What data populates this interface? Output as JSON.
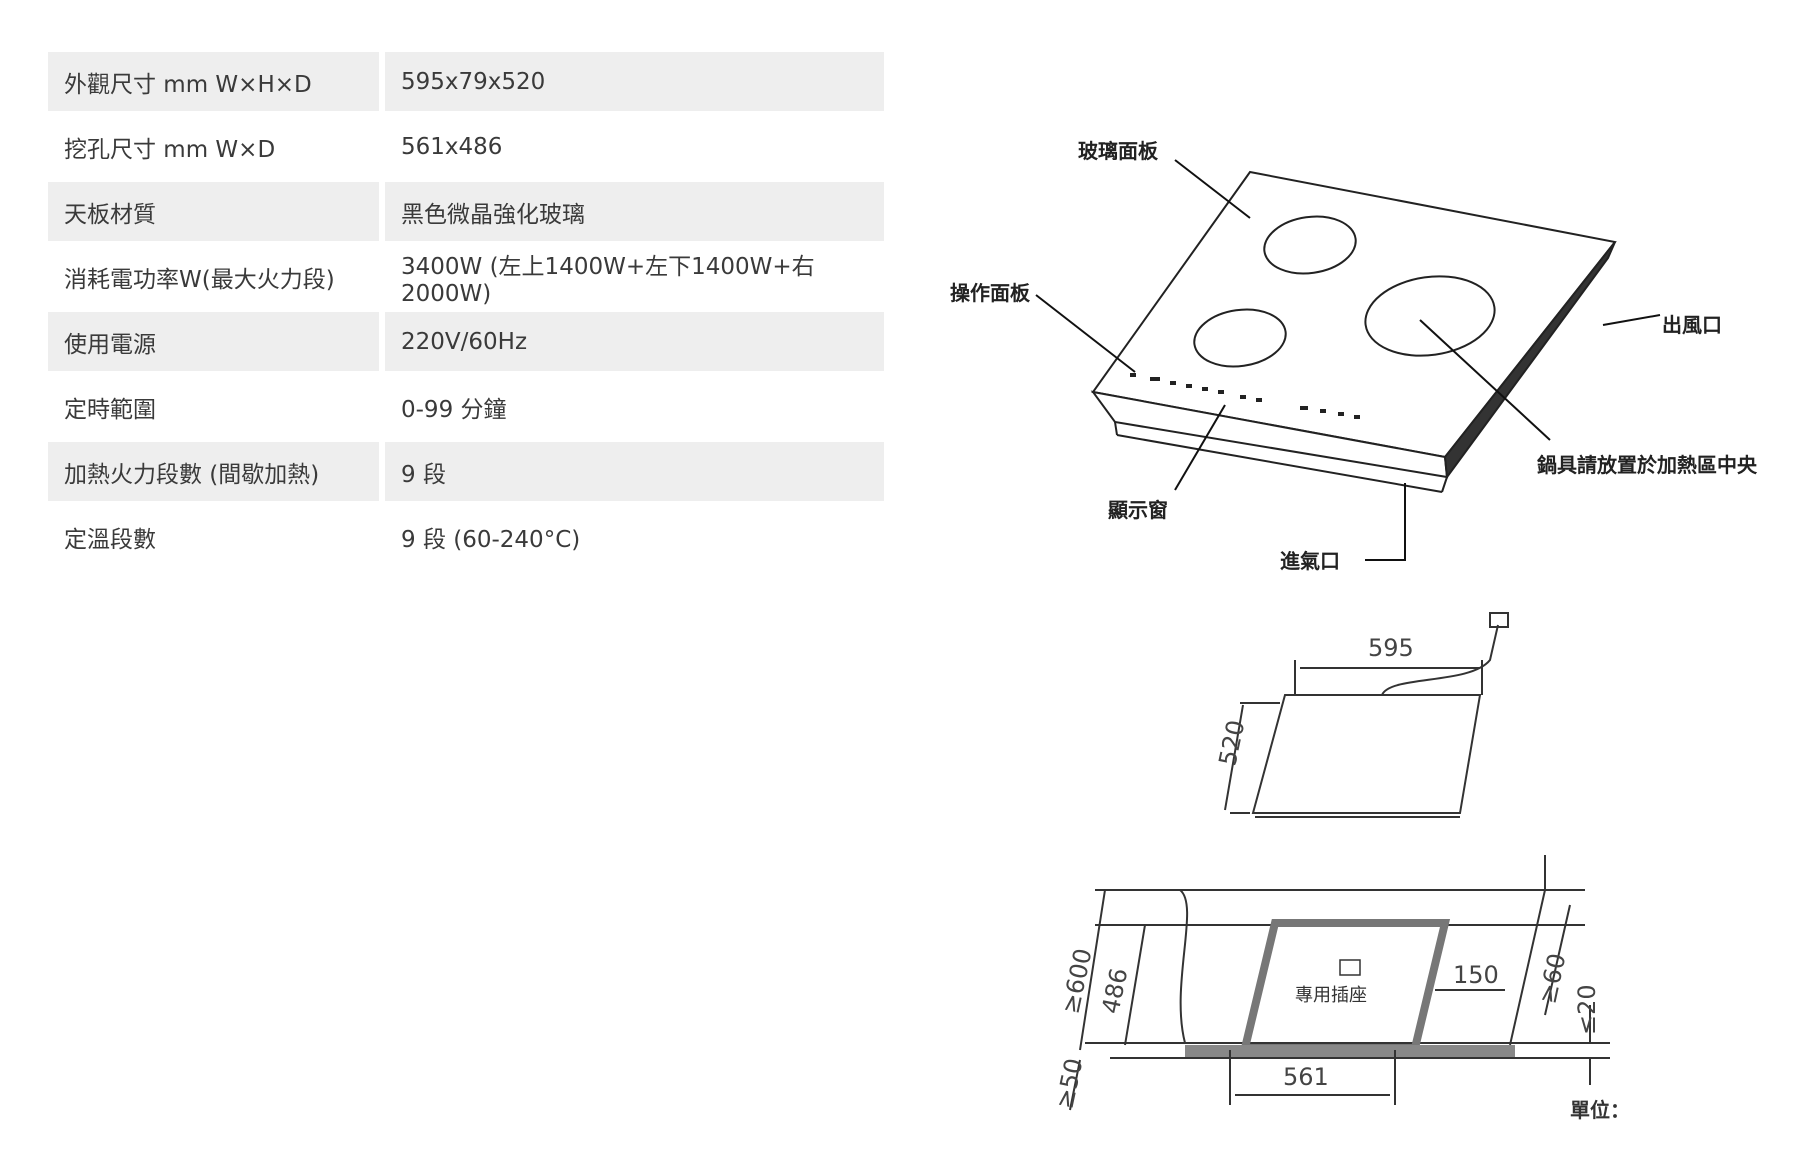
{
  "specs": [
    {
      "label": "外觀尺寸 mm W×H×D",
      "value": "595x79x520"
    },
    {
      "label": "挖孔尺寸 mm W×D",
      "value": "561x486"
    },
    {
      "label": "天板材質",
      "value": "黑色微晶強化玻璃"
    },
    {
      "label": "消耗電功率W(最大火力段)",
      "value": "3400W (左上1400W+左下1400W+右2000W)"
    },
    {
      "label": "使用電源",
      "value": "220V/60Hz"
    },
    {
      "label": "定時範圍",
      "value": "0-99 分鐘"
    },
    {
      "label": "加熱火力段數 (間歇加熱)",
      "value": "9 段"
    },
    {
      "label": "定溫段數",
      "value": "9 段 (60-240°C)"
    }
  ],
  "diagram_top": {
    "glass_panel": "玻璃面板",
    "control_panel": "操作面板",
    "air_outlet": "出風口",
    "display": "顯示窗",
    "air_inlet": "進氣口",
    "cookware_note": "鍋具請放置於加熱區中央"
  },
  "diagram_bottom": {
    "width": "595",
    "depth": "520",
    "cutout_width": "561",
    "cutout_depth": "486",
    "min_depth": "≥600",
    "min_front": "≥50",
    "side_gap": "150",
    "rear_gap": "≥60",
    "counter_thickness": "≤20",
    "socket": "專用插座",
    "unit": "單位："
  }
}
